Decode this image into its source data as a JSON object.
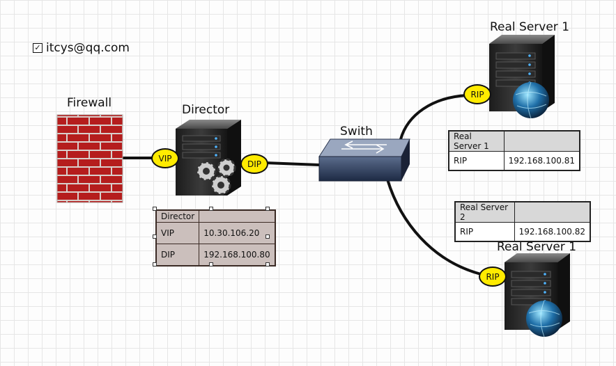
{
  "email": "itcys@qq.com",
  "labels": {
    "firewall": "Firewall",
    "director": "Director",
    "switch": "Swith",
    "real_server_top": "Real Server 1",
    "real_server_bottom": "Real Server 1"
  },
  "badges": {
    "vip": "VIP",
    "dip": "DIP",
    "rip_top": "RIP",
    "rip_bottom": "RIP"
  },
  "tables": {
    "director": {
      "title": "Director",
      "rows": [
        {
          "key": "VIP",
          "value": "10.30.106.20"
        },
        {
          "key": "DIP",
          "value": "192.168.100.80"
        }
      ]
    },
    "rs1": {
      "title": "Real Server 1",
      "rows": [
        {
          "key": "RIP",
          "value": "192.168.100.81"
        }
      ]
    },
    "rs2": {
      "title": "Real Server 2",
      "rows": [
        {
          "key": "RIP",
          "value": "192.168.100.82"
        }
      ]
    }
  }
}
